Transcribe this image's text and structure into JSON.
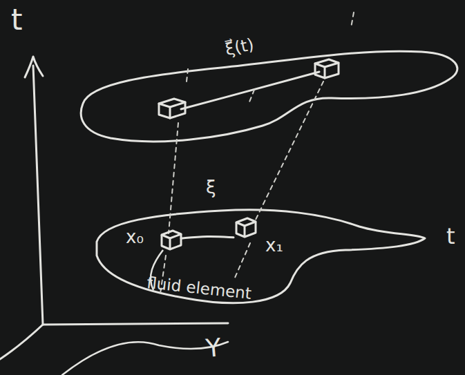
{
  "diagram": {
    "nodes": [
      {
        "text": [
          "x₀"
        ]
      },
      {
        "text": [
          "x₁"
        ]
      }
    ],
    "edges": [
      {
        "from": 0,
        "to": 1,
        "arrow": "none"
      }
    ],
    "labels": [
      "t",
      "ξ⃗(t)",
      "ξ",
      "fluid element",
      "Y",
      "t"
    ]
  }
}
